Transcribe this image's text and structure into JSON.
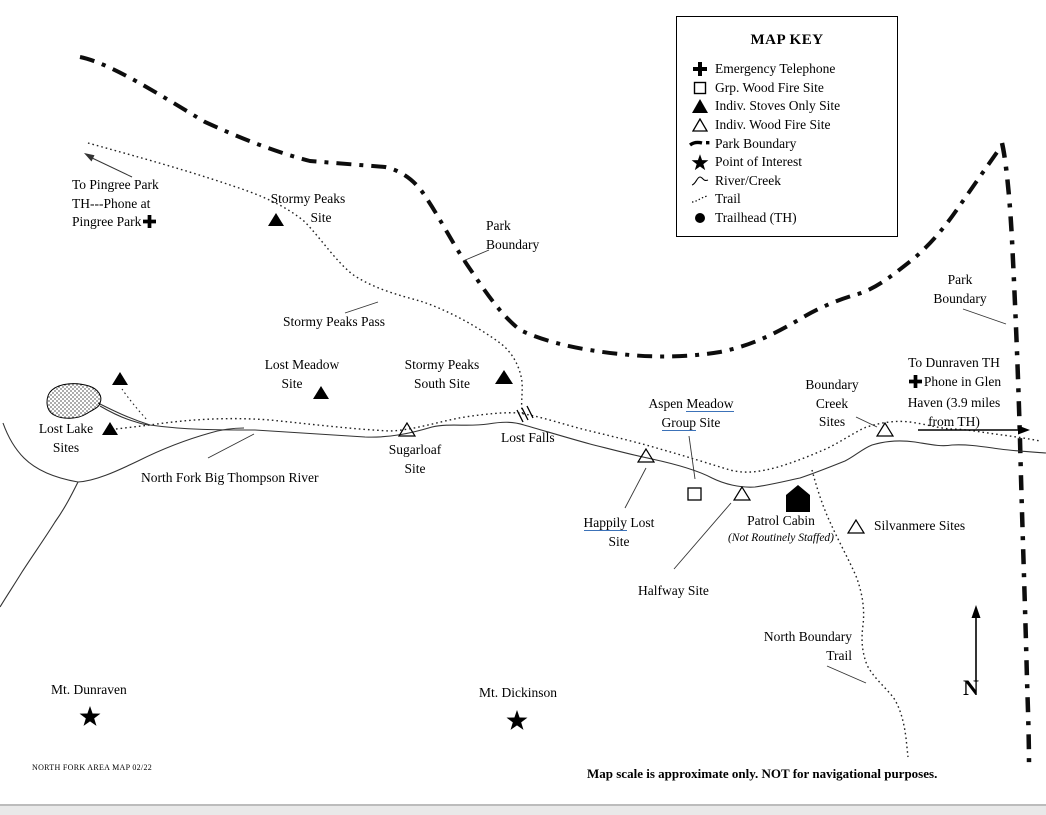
{
  "map_key": {
    "title": "MAP KEY",
    "items": [
      {
        "icon": "emergency-telephone-icon",
        "label": "Emergency Telephone"
      },
      {
        "icon": "group-wood-fire-icon",
        "label": "Grp. Wood Fire Site"
      },
      {
        "icon": "stoves-only-icon",
        "label": "Indiv. Stoves Only Site"
      },
      {
        "icon": "wood-fire-icon",
        "label": "Indiv. Wood Fire Site"
      },
      {
        "icon": "park-boundary-icon",
        "label": "Park Boundary"
      },
      {
        "icon": "point-of-interest-icon",
        "label": "Point of Interest"
      },
      {
        "icon": "river-creek-icon",
        "label": "River/Creek"
      },
      {
        "icon": "trail-icon",
        "label": "Trail"
      },
      {
        "icon": "trailhead-icon",
        "label": "Trailhead (TH)"
      }
    ]
  },
  "labels": {
    "pingree": {
      "l1": "To Pingree Park",
      "l2": "TH---Phone at",
      "l3": "Pingree Park"
    },
    "stormy_peaks_site": {
      "l1": "Stormy Peaks",
      "l2": "Site"
    },
    "park_boundary_mid": {
      "l1": "Park",
      "l2": "Boundary"
    },
    "stormy_peaks_pass": "Stormy Peaks Pass",
    "lost_meadow": {
      "l1": "Lost Meadow",
      "l2": "Site"
    },
    "stormy_south": {
      "l1": "Stormy Peaks",
      "l2": "South Site"
    },
    "lost_lake": {
      "l1": "Lost Lake",
      "l2": "Sites"
    },
    "sugarloaf": {
      "l1": "Sugarloaf",
      "l2": "Site"
    },
    "lost_falls": "Lost Falls",
    "north_fork_river": "North Fork Big Thompson River",
    "aspen": {
      "w1": "Aspen",
      "w2": "Meadow",
      "w3": "Group",
      "w4": "Site"
    },
    "happily": {
      "w1": "Happily",
      "w2": "Lost",
      "l2": "Site"
    },
    "halfway": "Halfway Site",
    "patrol": {
      "l1": "Patrol Cabin",
      "l2": "(Not Routinely Staffed)"
    },
    "boundary_creek": {
      "l1": "Boundary",
      "l2": "Creek",
      "l3": "Sites"
    },
    "silvanmere": "Silvanmere Sites",
    "dunraven": {
      "l1": "To Dunraven TH",
      "l2": "Phone in Glen",
      "l3": "Haven (3.9 miles",
      "l4": "from TH)"
    },
    "park_boundary_right": {
      "l1": "Park",
      "l2": "Boundary"
    },
    "north_boundary_trail": {
      "l1": "North Boundary",
      "l2": "Trail"
    },
    "mt_dunraven": "Mt. Dunraven",
    "mt_dickinson": "Mt. Dickinson",
    "north": "N"
  },
  "footer": {
    "map_id": "NORTH FORK AREA MAP 02/22",
    "note": "Map scale is approximate only.  NOT for navigational purposes."
  },
  "colors": {
    "ink": "#000000",
    "underline_blue": "#3c72b8"
  }
}
